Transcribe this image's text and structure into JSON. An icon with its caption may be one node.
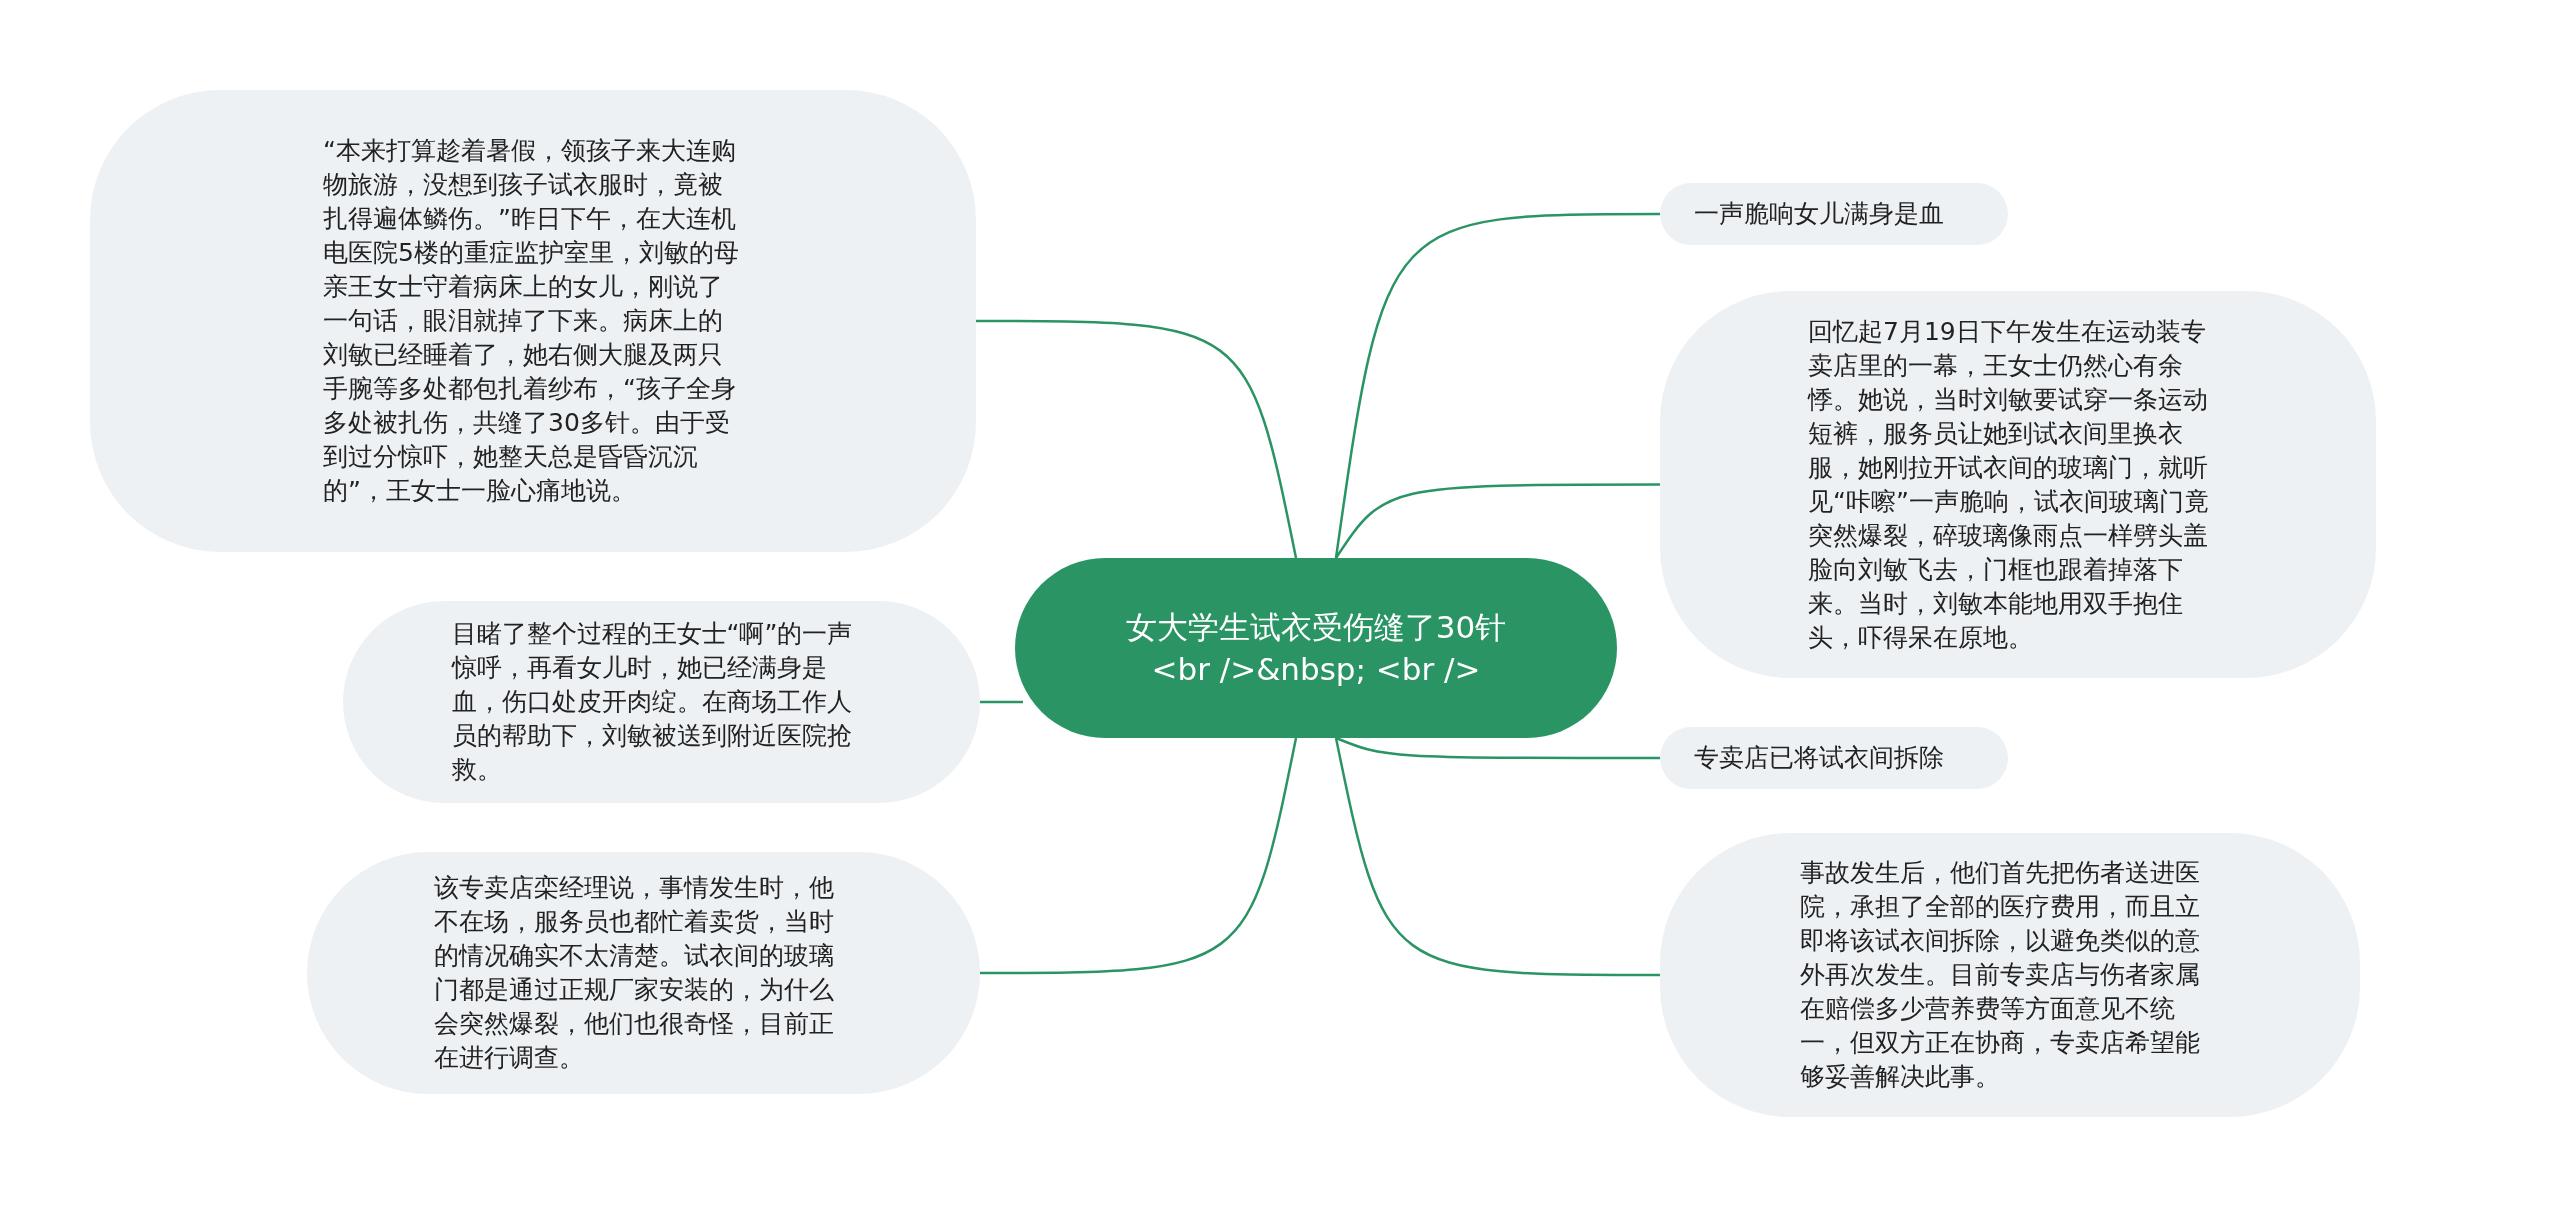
{
  "diagram": {
    "nodes": [
      {
        "text": [
          "女大学生试衣受伤缝了30针<br />&nbsp; <br />"
        ]
      },
      {
        "text": [
          "“本来打算趁着暑假，领孩子来大连购物旅游，没想到孩子试衣服时，竟被扎得遍体鳞伤。”昨日下午，在大连机电医院5楼的重症监护室里，刘敏的母亲王女士守着病床上的女儿，刚说了一句话，眼泪就掉了下来。病床上的刘敏已经睡着了，她右侧大腿及两只手腕等多处都包扎着纱布，“孩子全身多处被扎伤，共缝了30多针。由于受到过分惊吓，她整天总是昏昏沉沉的”，王女士一脸心痛地说。"
        ]
      },
      {
        "text": [
          "目睹了整个过程的王女士“啊”的一声惊呼，再看女儿时，她已经满身是血，伤口处皮开肉绽。在商场工作人员的帮助下，刘敏被送到附近医院抢救。"
        ]
      },
      {
        "text": [
          "该专卖店栾经理说，事情发生时，他不在场，服务员也都忙着卖货，当时的情况确实不太清楚。试衣间的玻璃门都是通过正规厂家安装的，为什么会突然爆裂，他们也很奇怪，目前正在进行调查。"
        ]
      },
      {
        "text": [
          "一声脆响女儿满身是血"
        ]
      },
      {
        "text": [
          "回忆起7月19日下午发生在运动装专卖店里的一幕，王女士仍然心有余悸。她说，当时刘敏要试穿一条运动短裤，服务员让她到试衣间里换衣服，她刚拉开试衣间的玻璃门，就听见“咔嚓”一声脆响，试衣间玻璃门竟突然爆裂，碎玻璃像雨点一样劈头盖脸向刘敏飞去，门框也跟着掉落下来。当时，刘敏本能地用双手抱住头，吓得呆在原地。"
        ]
      },
      {
        "text": [
          "专卖店已将试衣间拆除"
        ]
      },
      {
        "text": [
          "事故发生后，他们首先把伤者送进医院，承担了全部的医疗费用，而且立即将该试衣间拆除，以避免类似的意外再次发生。目前专卖店与伤者家属在赔偿多少营养费等方面意见不统一，但双方正在协商，专卖店希望能够妥善解决此事。"
        ]
      }
    ],
    "edges": [
      {
        "from": 0,
        "to": 1,
        "arrow": "none"
      },
      {
        "from": 0,
        "to": 2,
        "arrow": "none"
      },
      {
        "from": 0,
        "to": 3,
        "arrow": "none"
      },
      {
        "from": 0,
        "to": 4,
        "arrow": "none"
      },
      {
        "from": 0,
        "to": 5,
        "arrow": "none"
      },
      {
        "from": 0,
        "to": 6,
        "arrow": "none"
      },
      {
        "from": 0,
        "to": 7,
        "arrow": "none"
      }
    ]
  }
}
